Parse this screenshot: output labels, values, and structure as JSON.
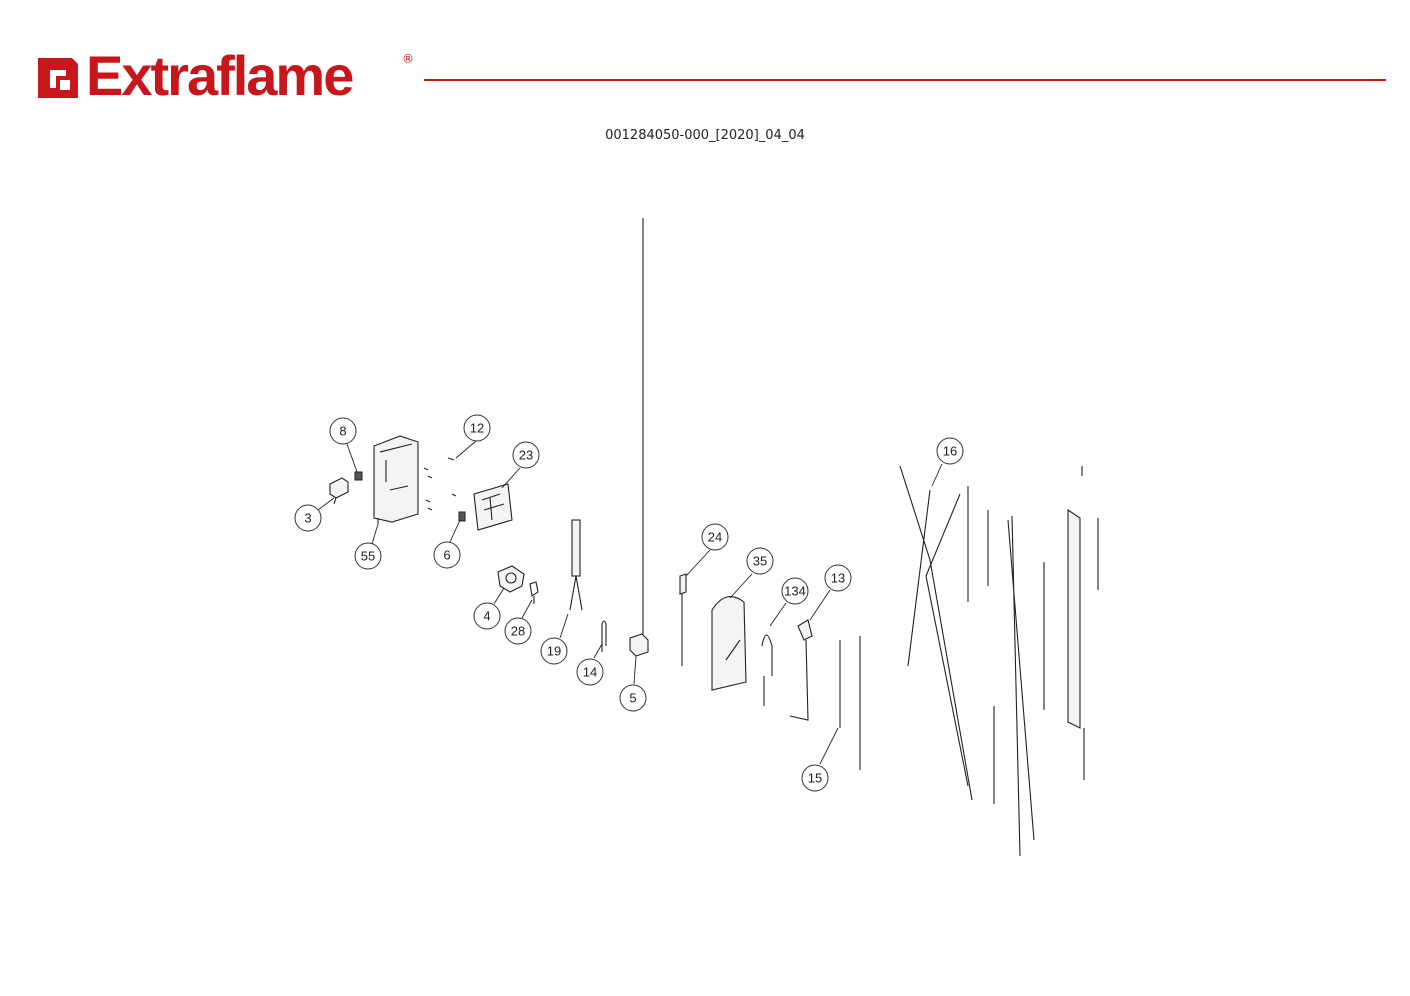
{
  "header": {
    "brand": "Extraflame",
    "registered_mark": "®",
    "brand_color": "#c8161d"
  },
  "document": {
    "code": "001284050-000_[2020]_04_04"
  },
  "callouts": [
    "8",
    "12",
    "23",
    "3",
    "55",
    "6",
    "4",
    "28",
    "19",
    "14",
    "5",
    "24",
    "35",
    "134",
    "13",
    "15",
    "16"
  ]
}
